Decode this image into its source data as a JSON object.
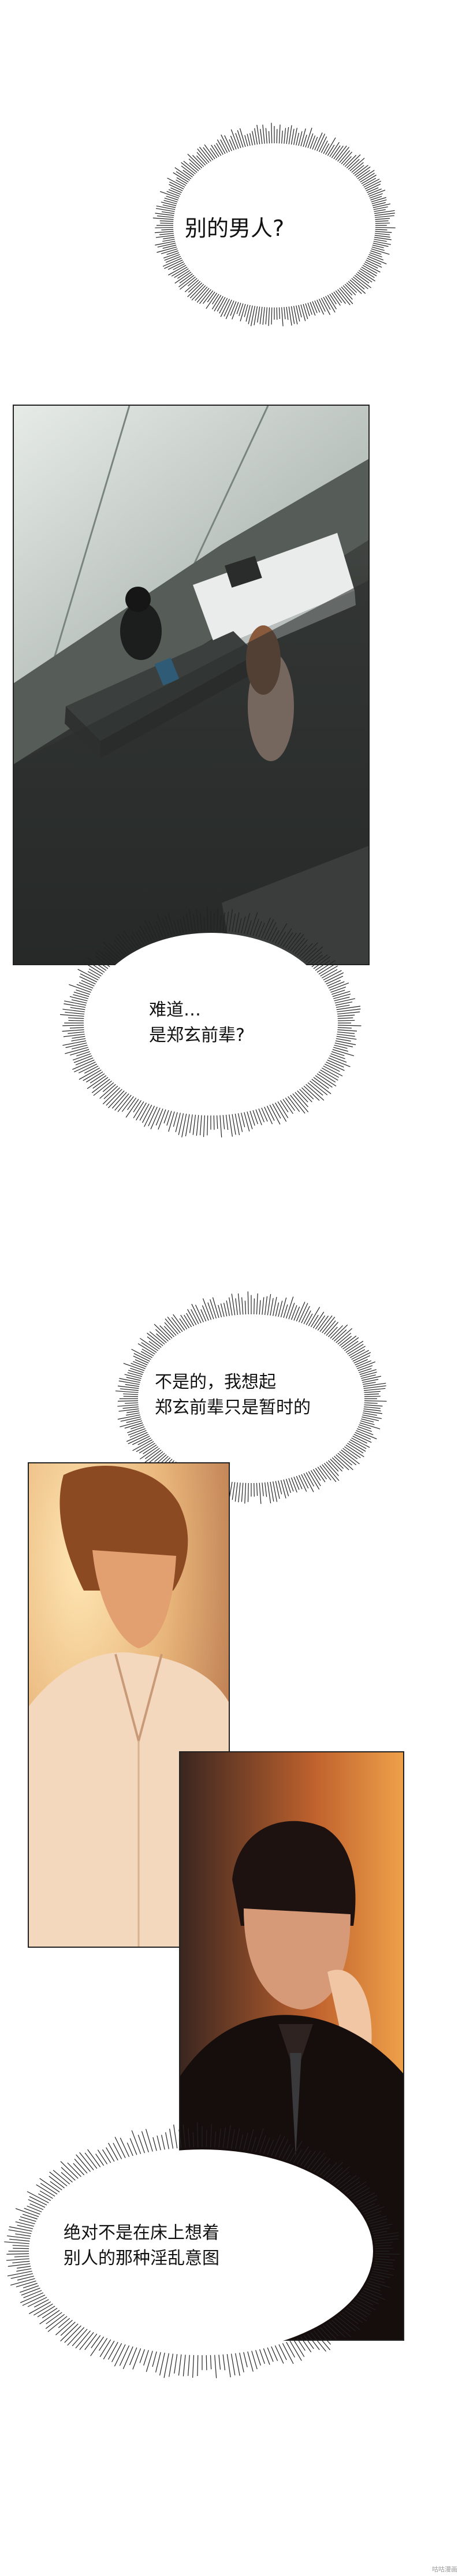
{
  "bubbles": {
    "b1": {
      "text": "别的男人?"
    },
    "b2": {
      "line1": "难道…",
      "line2": "是郑玄前辈?"
    },
    "b3": {
      "line1": "不是的，我想起",
      "line2": "郑玄前辈只是暂时的"
    },
    "b4": {
      "line1": "绝对不是在床上想着",
      "line2": "别人的那种淫乱意图"
    }
  },
  "watermark": "咕咕漫画"
}
